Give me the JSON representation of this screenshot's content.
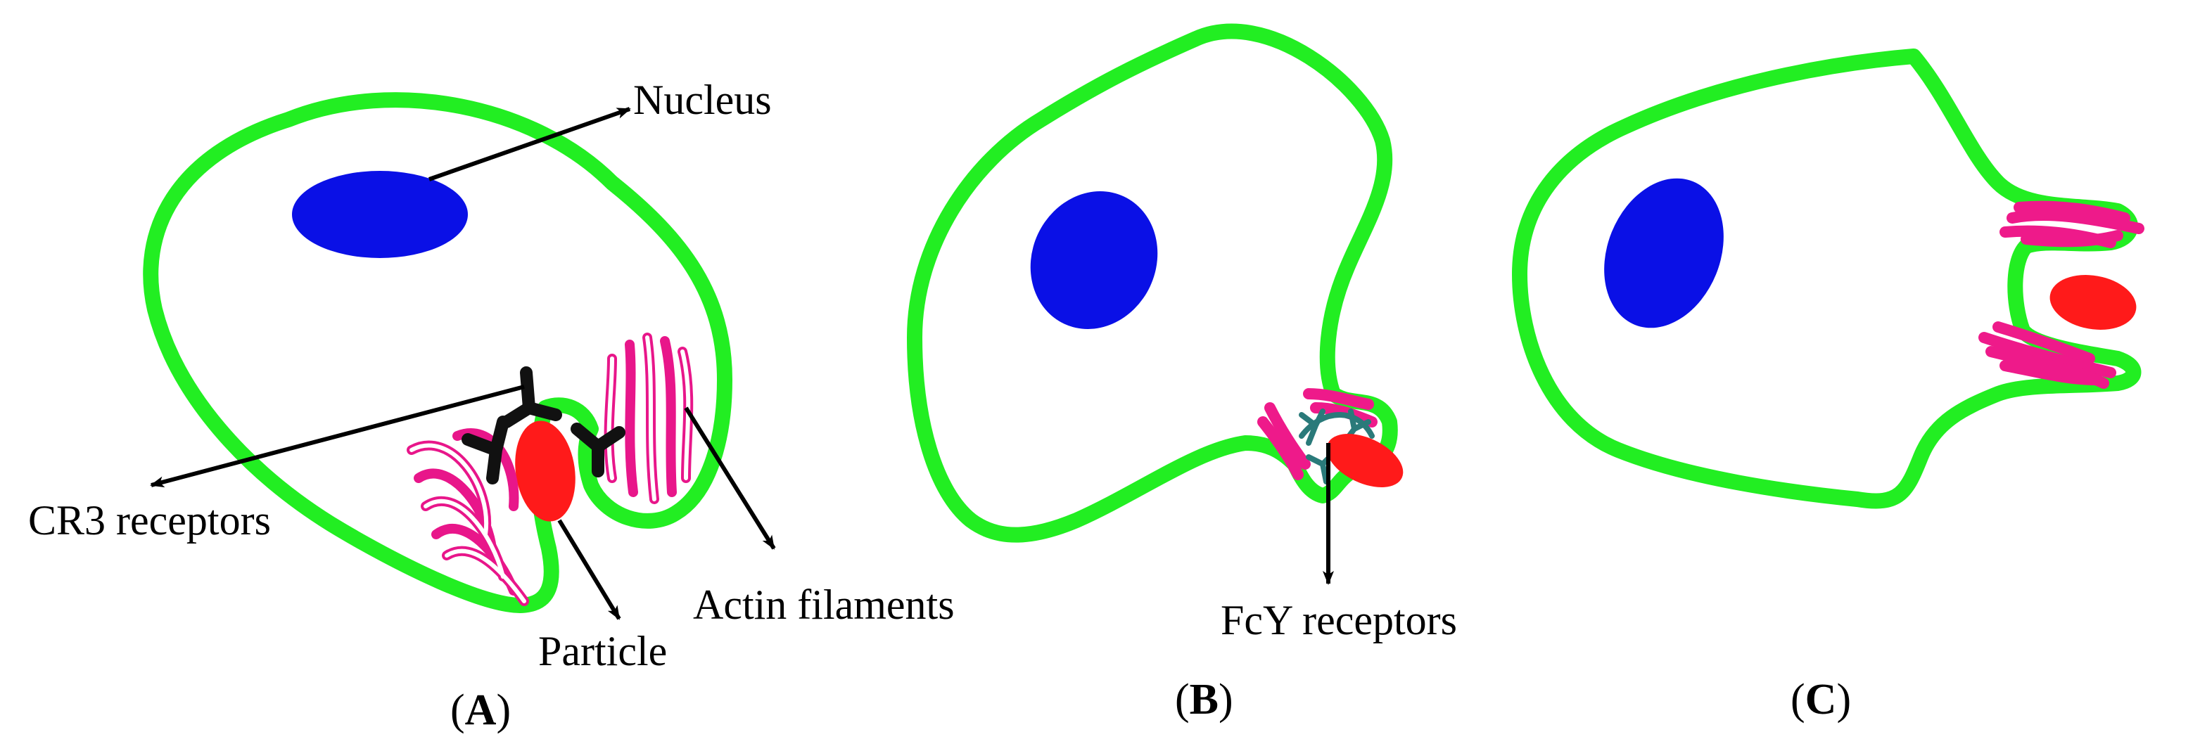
{
  "panels": [
    {
      "caption_open": "(",
      "caption_letter": "A",
      "caption_close": ")"
    },
    {
      "caption_open": "(",
      "caption_letter": "B",
      "caption_close": ")"
    },
    {
      "caption_open": "(",
      "caption_letter": "C",
      "caption_close": ")"
    }
  ],
  "labels": {
    "nucleus": "Nucleus",
    "cr3_receptors": "CR3 receptors",
    "particle": "Particle",
    "actin_filaments": "Actin filaments",
    "fcy_receptors": "FcY receptors"
  },
  "colors": {
    "membrane": "#22ee22",
    "nucleus": "#0a10e6",
    "particle": "#ff1a1a",
    "actin": "#e8168a",
    "cr3_receptor": "#111111",
    "fcy_receptor": "#2a7a7a"
  }
}
